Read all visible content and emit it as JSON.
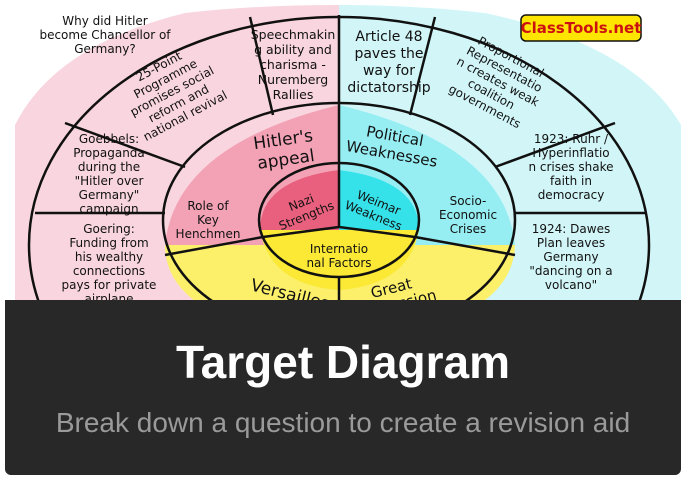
{
  "logo": {
    "text": "ClassTools.net"
  },
  "question": "Why did Hitler become Chancellor of Germany?",
  "outer_ring": {
    "programme": "25-Point Programme promises social reform and national revival",
    "speechmaking": "Speechmaking ability and charisma - Nuremberg Rallies",
    "article48": "Article 48 paves the way for dictatorship",
    "proportional": "Proportional Representation creates weak coalition governments",
    "goebbels": "Goebbels: Propaganda during the \"Hitler over Germany\" campaign",
    "goering": "Goering: Funding from his wealthy connections pays for private airplane",
    "ruhr": "1923: Ruhr / Hyperinflation crises shake faith in democracy",
    "dawes": "1924: Dawes Plan leaves Germany \"dancing on a volcano\""
  },
  "middle_ring": {
    "appeal": "Hitler's appeal",
    "political": "Political Weaknesses",
    "henchmen": "Role of Key Henchmen",
    "socio": "Socio-Economic Crises",
    "versailles": "Versailles",
    "depression": "Great Depression"
  },
  "inner_ring": {
    "nazi": "Nazi Strengths",
    "weimar": "Weimar Weakness",
    "international": "International Factors"
  },
  "colors": {
    "pink_light": "#f9d6df",
    "pink_mid": "#f2a2b4",
    "pink_dark": "#e8607d",
    "cyan_light": "#d2f6f8",
    "cyan_mid": "#96eef3",
    "cyan_dark": "#36e2ea",
    "yellow_light": "#fdf7b6",
    "yellow_mid": "#fcef6a",
    "yellow_dark": "#fbe936"
  },
  "caption": {
    "title": "Target Diagram",
    "subtitle": "Break down a question to create a revision aid"
  }
}
